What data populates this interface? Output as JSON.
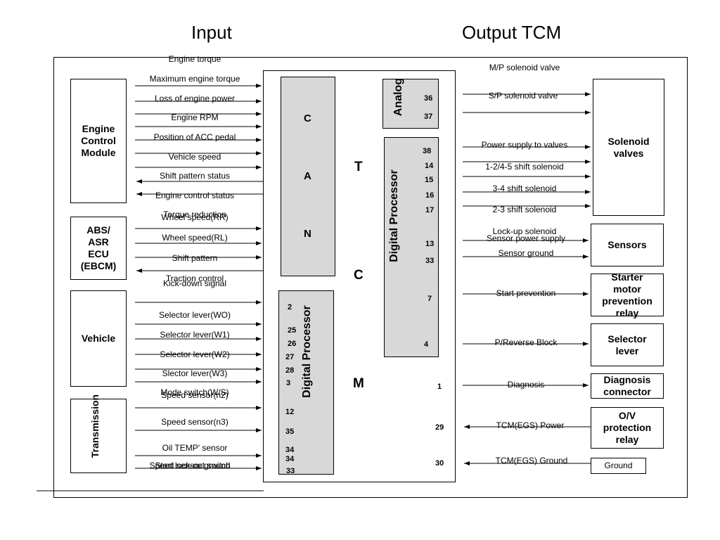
{
  "titles": {
    "input": "Input",
    "output": "Output  TCM"
  },
  "left_modules": {
    "engine": "Engine\nControl\nModule",
    "abs": "ABS/\nASR\nECU\n(EBCM)",
    "vehicle": "Vehicle",
    "transmission": "Transmission"
  },
  "input_signals": [
    "Engine torque",
    "Maximum engine torque",
    "Loss of engine power",
    "Engine RPM",
    "Position of ACC pedal",
    "Vehicle speed",
    "Shift pattern status",
    "Engine control status",
    "Torque reduction",
    "Wheel speed(RR)",
    "Wheel speed(RL)",
    "Shift pattern",
    "Traction control",
    "Kick-down signal",
    "Selector lever(WO)",
    "Selector lever(W1)",
    "Selector lever(W2)",
    "Slector lever(W3)",
    "Mode switch(W/S)",
    "Speed sensor(n2)",
    "Speed sensor(n3)",
    "Oil TEMP' sensor",
    "Start lock-out switch",
    "Speed sensor ground"
  ],
  "tcm": {
    "can": [
      "C",
      "A",
      "N"
    ],
    "letters": [
      "T",
      "C",
      "M"
    ],
    "analog": "Analog",
    "digital_processor": "Digital Processor",
    "left_pins": [
      "2",
      "25",
      "26",
      "27",
      "28",
      "3",
      "12",
      "35",
      "34",
      "34",
      "33"
    ],
    "analog_pins": [
      "36",
      "37"
    ],
    "right_pins": [
      "38",
      "14",
      "15",
      "16",
      "17",
      "13",
      "33",
      "7",
      "4"
    ],
    "output_pins": [
      "1",
      "29",
      "30"
    ]
  },
  "output_signals": [
    "M/P solenoid valve",
    "S/P solenoid valve",
    "Power supply to valves",
    "1-2/4-5 shift solenoid",
    "3-4 shift solenoid",
    "2-3 shift solenoid",
    "Lock-up solenoid",
    "Sensor power supply",
    "Sensor ground",
    "Start prevention",
    "P/Reverse Block",
    "Diagnosis",
    "TCM(EGS) Power",
    "TCM(EGS) Ground"
  ],
  "right_modules": {
    "solenoid": "Solenoid\nvalves",
    "sensors": "Sensors",
    "starter": "Starter\nmotor\nprevention\nrelay",
    "selector": "Selector\nlever",
    "diagnosis": "Diagnosis\nconnector",
    "ov": "O/V\nprotection\nrelay",
    "ground": "Ground"
  }
}
